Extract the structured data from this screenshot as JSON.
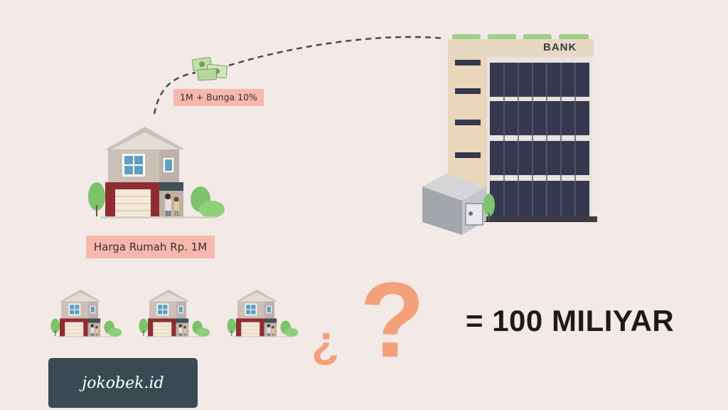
{
  "interest_label": "1M + Bunga 10%",
  "house_price_label": "Harga Rumah Rp. 1M",
  "bank_sign": "BANK",
  "equation": "= 100 MILIYAR",
  "watermark": "jokobek.id",
  "question_mark": "?",
  "inverted_question_mark": "¿",
  "colors": {
    "background": "#f3e9e6",
    "label_fill": "#f6b8ad",
    "question": "#f4a07a",
    "watermark_bg": "#394a53",
    "house_wall": "#cbbfb6",
    "house_base": "#8e2d31",
    "bank_wall": "#e8d9c3",
    "bank_glass": "#36384f"
  },
  "icons": [
    "money-icon",
    "house-icon",
    "bank-building-icon",
    "safe-icon",
    "tree-icon"
  ]
}
